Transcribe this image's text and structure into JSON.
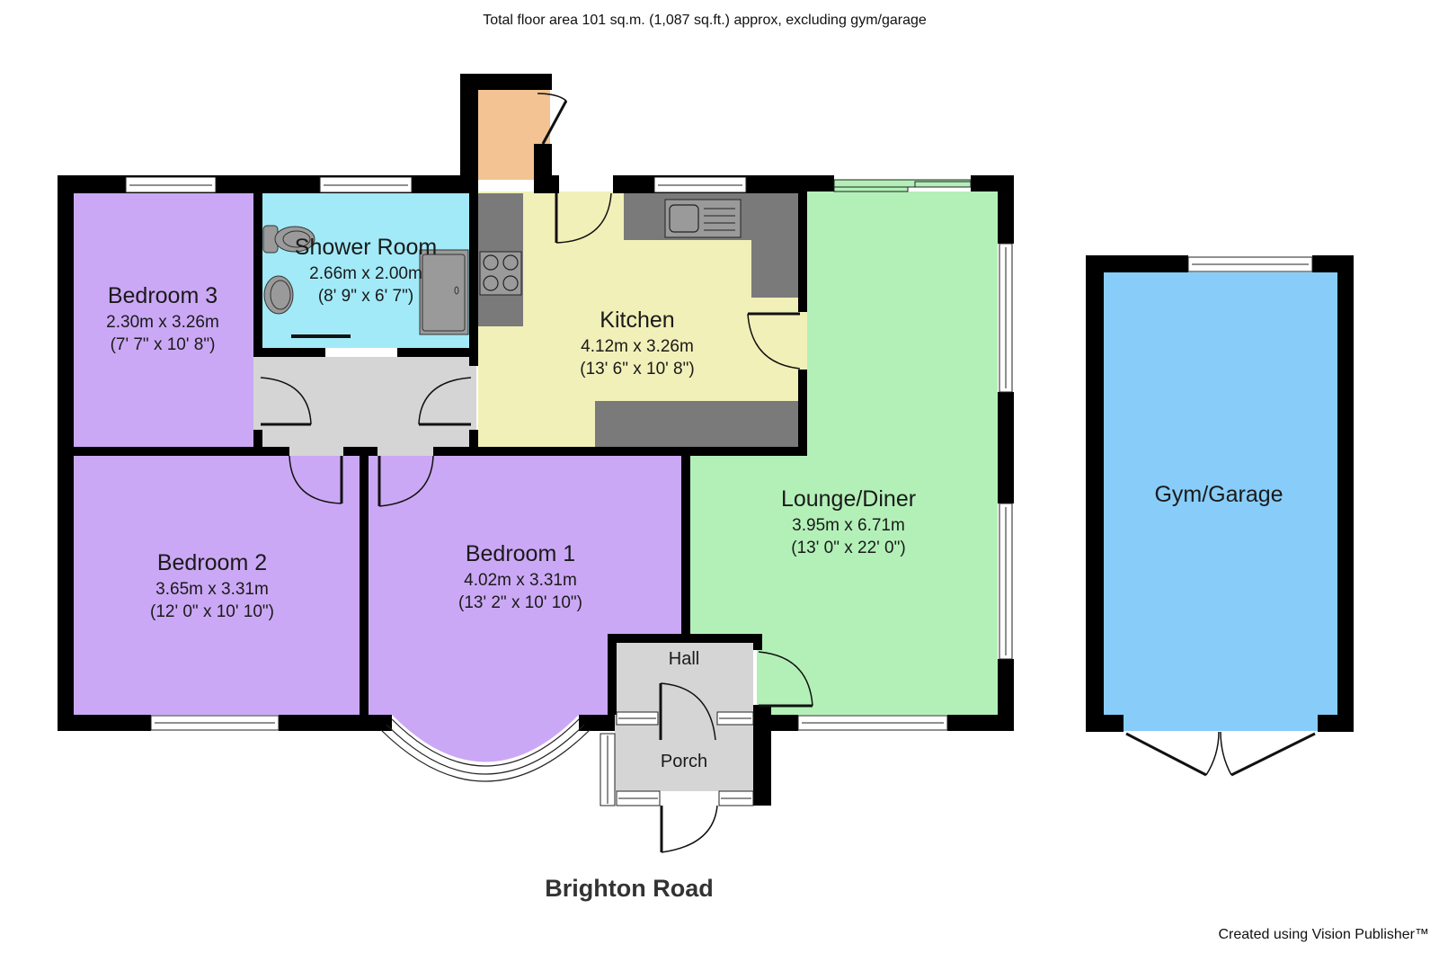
{
  "header": {
    "caption": "Total floor area 101 sq.m. (1,087 sq.ft.) approx, excluding gym/garage"
  },
  "footer": {
    "road": "Brighton Road",
    "credit": "Created using Vision Publisher™"
  },
  "colors": {
    "wall": "#000000",
    "bedroom": "#cba8f5",
    "shower_room": "#a2eaf7",
    "kitchen": "#f1f0b8",
    "lounge": "#b3f0b8",
    "hall": "#d5d5d5",
    "garage": "#88cdf9",
    "cupboard": "#f3c393",
    "worktop": "#7a7a7a"
  },
  "rooms": {
    "bedroom3": {
      "name": "Bedroom 3",
      "metric": "2.30m x 3.26m",
      "imperial": "(7' 7\" x 10' 8\")"
    },
    "shower": {
      "name": "Shower Room",
      "metric": "2.66m x 2.00m",
      "imperial": "(8' 9\" x 6' 7\")"
    },
    "kitchen": {
      "name": "Kitchen",
      "metric": "4.12m x 3.26m",
      "imperial": "(13' 6\" x 10' 8\")"
    },
    "lounge": {
      "name": "Lounge/Diner",
      "metric": "3.95m x 6.71m",
      "imperial": "(13' 0\" x 22' 0\")"
    },
    "bedroom2": {
      "name": "Bedroom 2",
      "metric": "3.65m x 3.31m",
      "imperial": "(12' 0\" x 10' 10\")"
    },
    "bedroom1": {
      "name": "Bedroom 1",
      "metric": "4.02m x 3.31m",
      "imperial": "(13' 2\" x 10' 10\")"
    },
    "hall": {
      "name": "Hall"
    },
    "porch": {
      "name": "Porch"
    },
    "garage": {
      "name": "Gym/Garage"
    }
  }
}
